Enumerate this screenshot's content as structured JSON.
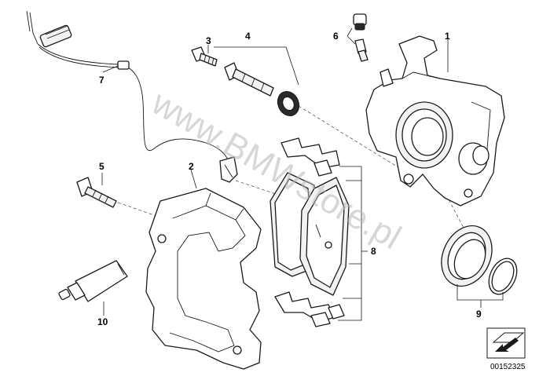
{
  "watermark": "www.BMWstore.pl",
  "doc_number": "00152325",
  "callouts": {
    "c1": "1",
    "c2": "2",
    "c3": "3",
    "c4": "4",
    "c5": "5",
    "c6": "6",
    "c7": "7",
    "c8": "8",
    "c9": "9",
    "c10": "10"
  },
  "icons": {
    "corner_badge": "arrow-into-box-icon"
  }
}
